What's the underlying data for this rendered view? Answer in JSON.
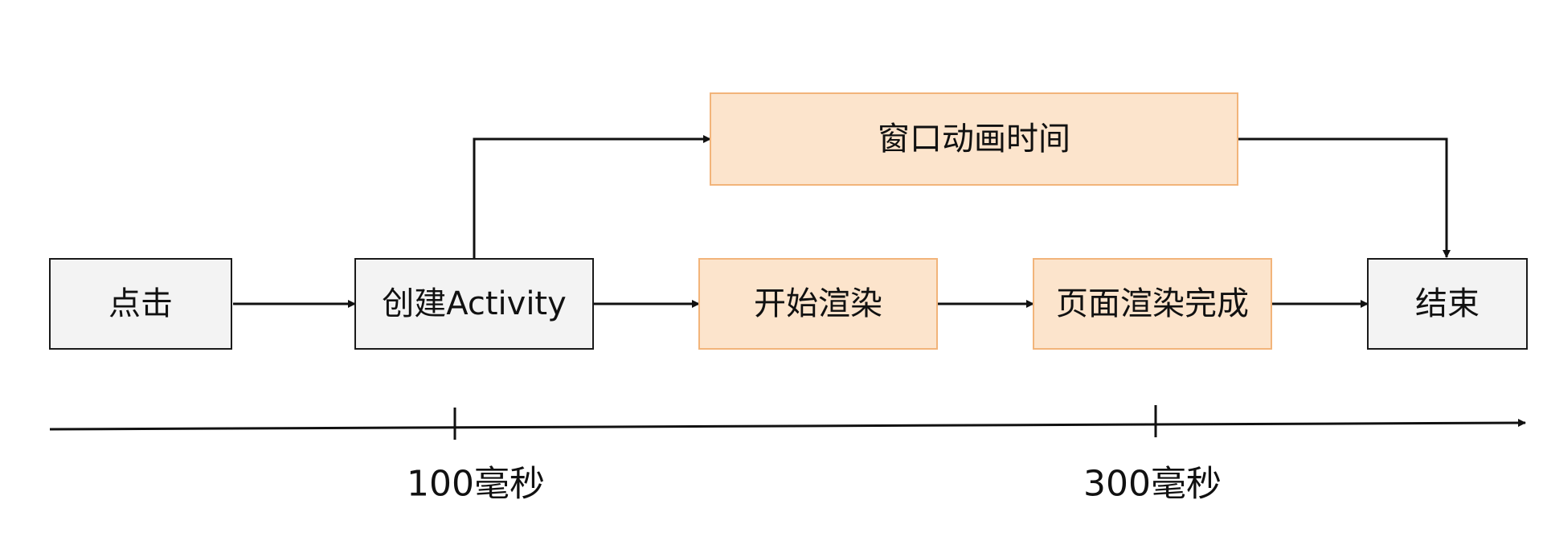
{
  "nodes": {
    "click": "点击",
    "create_activity": "创建Activity",
    "window_anim": "窗口动画时间",
    "start_render": "开始渲染",
    "render_done": "页面渲染完成",
    "end": "结束"
  },
  "timeline": {
    "tick_1": "100毫秒",
    "tick_2": "300毫秒"
  },
  "colors": {
    "gray_fill": "#f3f3f3",
    "orange_fill": "#fce4cc",
    "orange_border": "#f2b47a"
  }
}
